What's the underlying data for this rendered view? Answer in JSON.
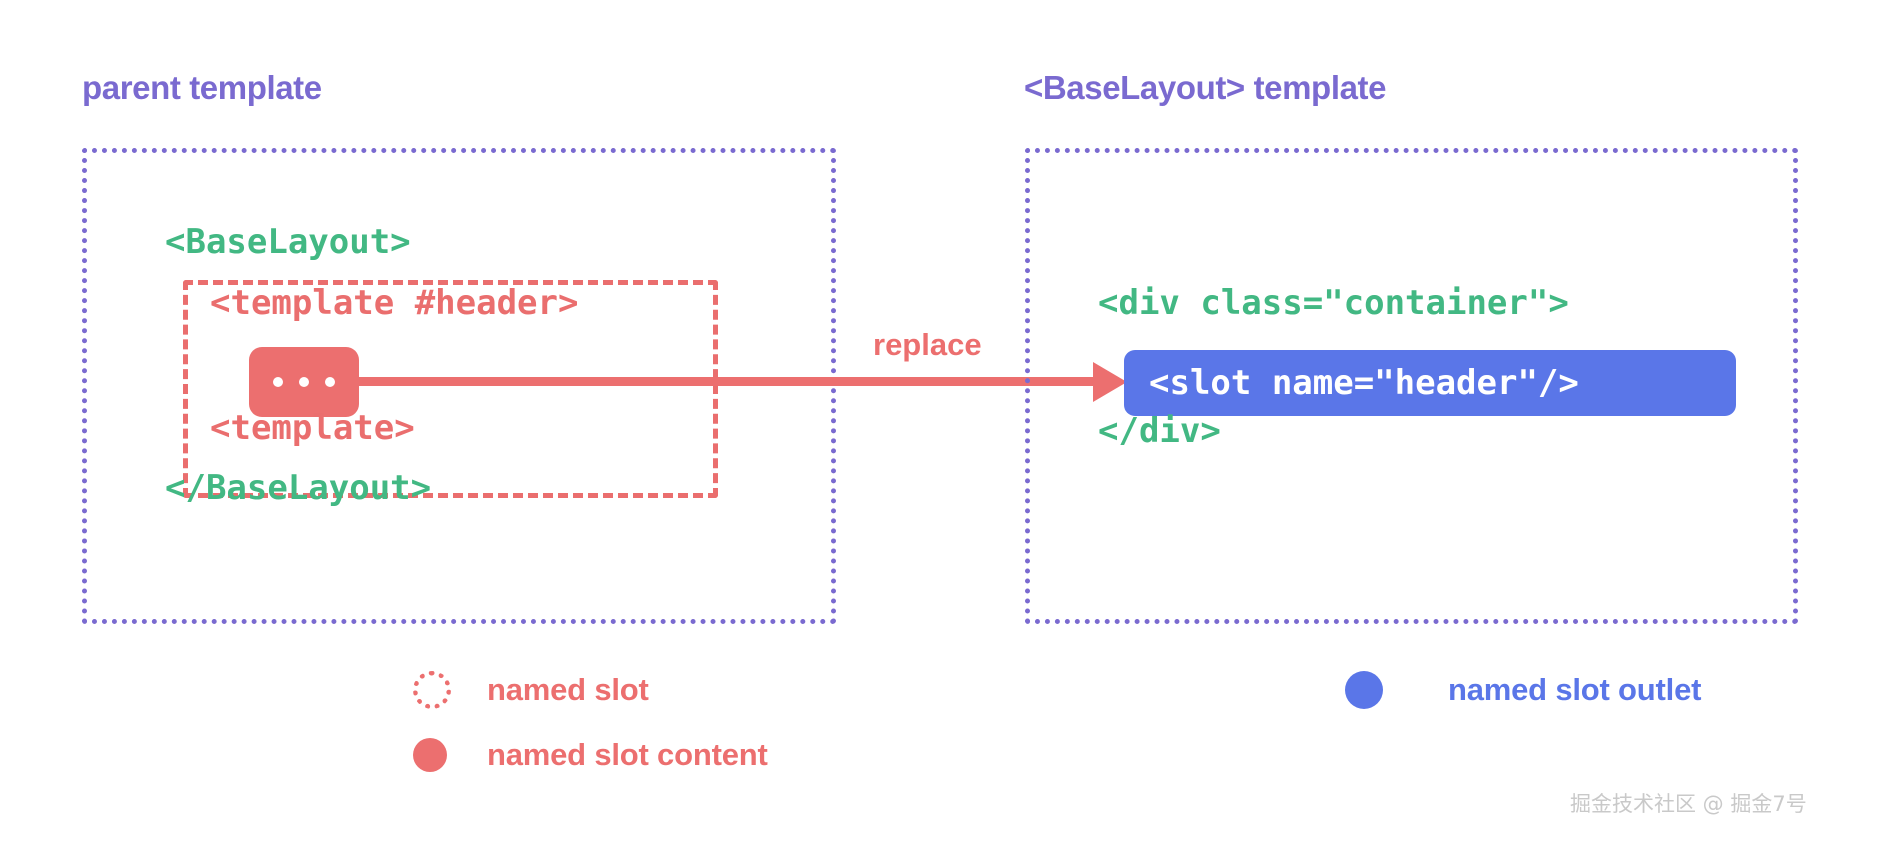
{
  "colors": {
    "panel_border_purple": "#7a6ad0",
    "title_purple": "#7a6ad0",
    "code_green": "#42b883",
    "code_red": "#ea6e6e",
    "slot_content_red": "#ec6f6f",
    "slot_outlet_blue": "#5a76e8",
    "background": "#ffffff",
    "watermark_gray": "#c9c9c9"
  },
  "left_panel": {
    "title": "parent template",
    "code": {
      "baselayout_open": "<BaseLayout>",
      "template_open": "<template #header>",
      "slot_content_placeholder": "...",
      "template_close": "<template>",
      "baselayout_close": "</BaseLayout>"
    }
  },
  "right_panel": {
    "title": "<BaseLayout> template",
    "code": {
      "div_open": "<div class=\"container\">",
      "slot_outlet": "<slot name=\"header\"/>",
      "div_close": "</div>"
    }
  },
  "arrow": {
    "label": "replace"
  },
  "legend": {
    "named_slot": "named slot",
    "named_slot_content": "named slot content",
    "named_slot_outlet": "named slot outlet"
  },
  "watermark": {
    "text": "掘金技术社区 @ 掘金7号"
  }
}
